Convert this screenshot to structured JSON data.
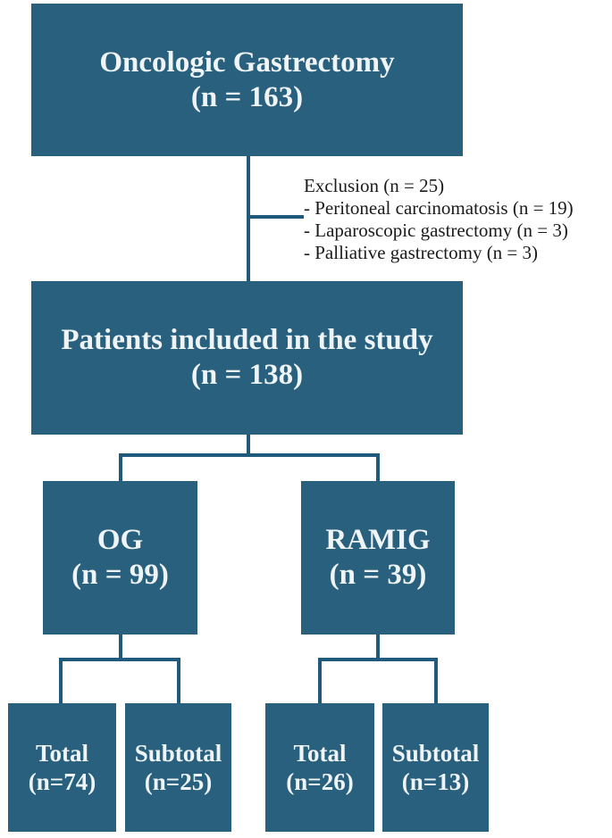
{
  "figure": {
    "background_color": "#ffffff",
    "box_color": "#28607E",
    "line_color": "#1F597B",
    "box_text_color": "#EFF4F7",
    "exclusion_text_color": "#1b1b1b"
  },
  "nodes": {
    "root": {
      "title": "Oncologic Gastrectomy",
      "count": "(n = 163)"
    },
    "included": {
      "title": "Patients included in the study",
      "count": "(n = 138)"
    },
    "og": {
      "title": "OG",
      "count": "(n = 99)"
    },
    "ramig": {
      "title": "RAMIG",
      "count": "(n = 39)"
    },
    "og_total": {
      "title": "Total",
      "count": "(n=74)"
    },
    "og_subtotal": {
      "title": "Subtotal",
      "count": "(n=25)"
    },
    "ramig_total": {
      "title": "Total",
      "count": "(n=26)"
    },
    "ramig_subtotal": {
      "title": "Subtotal",
      "count": "(n=13)"
    }
  },
  "exclusion": {
    "header": "Exclusion (n = 25)",
    "items": [
      "- Peritoneal carcinomatosis (n = 19)",
      "- Laparoscopic gastrectomy (n = 3)",
      "- Palliative gastrectomy (n = 3)"
    ]
  }
}
